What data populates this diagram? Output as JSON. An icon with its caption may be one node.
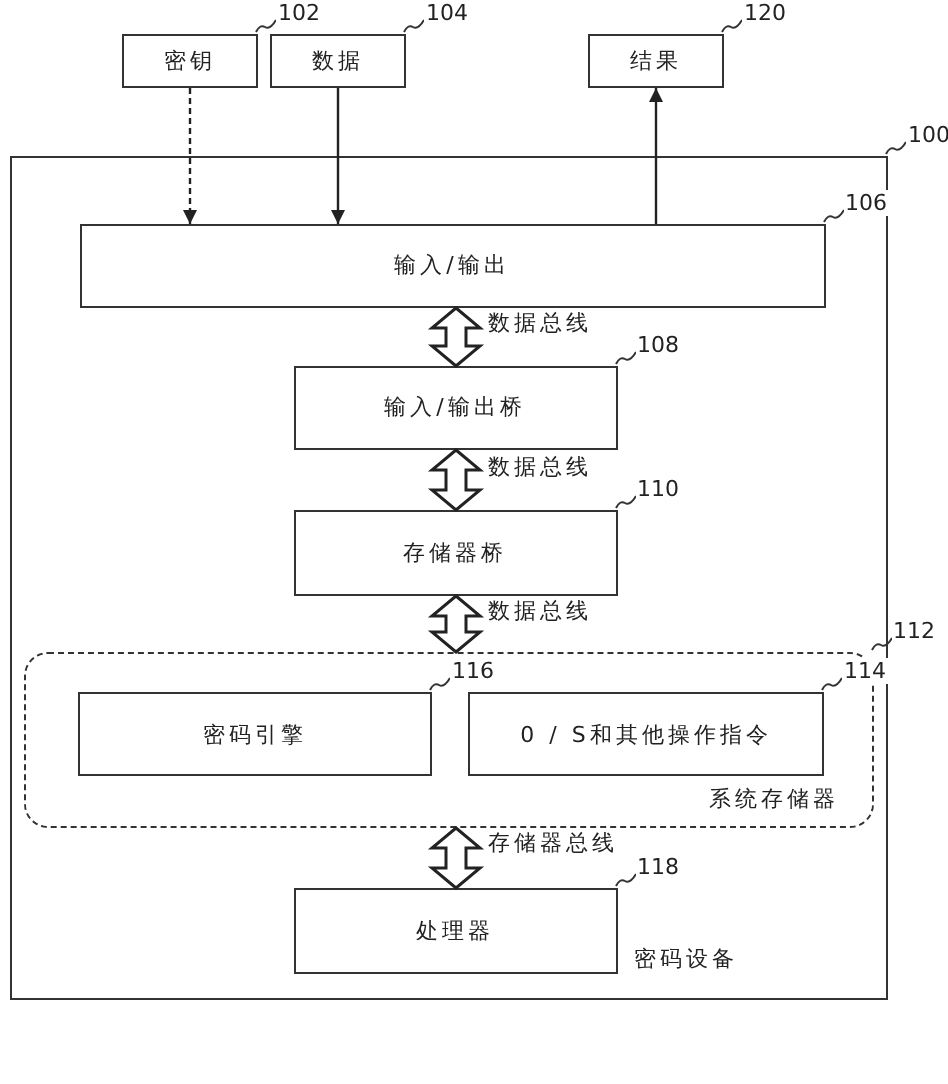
{
  "diagram": {
    "nodes": [
      {
        "text": [
          "密钥"
        ],
        "beside": [
          "102"
        ]
      },
      {
        "text": [
          "数据"
        ],
        "beside": [
          "104"
        ]
      },
      {
        "text": [
          "结果"
        ],
        "beside": [
          "120"
        ]
      },
      {
        "text": [
          "密码设备"
        ],
        "beside": [
          "100"
        ]
      },
      {
        "text": [
          "输入/输出"
        ],
        "beside": [
          "106"
        ],
        "in": 3
      },
      {
        "text": [
          "输入/输出桥"
        ],
        "beside": [
          "108"
        ],
        "in": 3
      },
      {
        "text": [
          "存储器桥"
        ],
        "beside": [
          "110"
        ],
        "in": 3
      },
      {
        "text": [
          "系统存储器"
        ],
        "beside": [
          "112"
        ],
        "in": 3
      },
      {
        "text": [
          "密码引擎"
        ],
        "beside": [
          "116"
        ],
        "in": 7
      },
      {
        "text": [
          "0 / S和其他操作指令"
        ],
        "beside": [
          "114"
        ],
        "in": 7
      },
      {
        "text": [
          "处理器"
        ],
        "beside": [
          "118"
        ],
        "in": 3
      }
    ],
    "edges": [
      {
        "from": 0,
        "to": 4,
        "arrow": "to",
        "style": "dashed"
      },
      {
        "from": 1,
        "to": 4,
        "arrow": "to"
      },
      {
        "from": 4,
        "to": 2,
        "arrow": "to"
      },
      {
        "from": 4,
        "to": 5,
        "arrow": "both",
        "style": "thick",
        "label": "数据总线"
      },
      {
        "from": 5,
        "to": 6,
        "arrow": "both",
        "style": "thick",
        "label": "数据总线"
      },
      {
        "from": 6,
        "to": 7,
        "arrow": "both",
        "style": "thick",
        "label": "数据总线"
      },
      {
        "from": 7,
        "to": 10,
        "arrow": "both",
        "style": "thick",
        "label": "存储器总线"
      }
    ]
  }
}
